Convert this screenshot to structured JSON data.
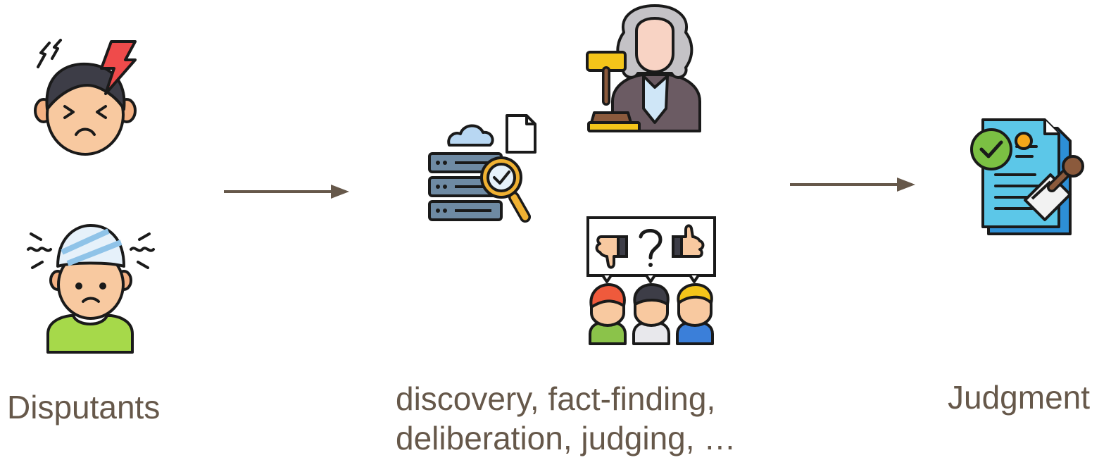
{
  "stages": [
    {
      "id": "disputants",
      "label": "Disputants",
      "icons": [
        "stressed-person-icon",
        "injured-person-icon"
      ]
    },
    {
      "id": "process",
      "label_lines": [
        "discovery, fact-finding,",
        "deliberation, judging, …"
      ],
      "icons": [
        "database-search-icon",
        "judge-icon",
        "jury-icon"
      ]
    },
    {
      "id": "judgment",
      "label": "Judgment",
      "icons": [
        "approved-document-icon"
      ]
    }
  ],
  "arrows": [
    "arrow-disputants-to-process",
    "arrow-process-to-judgment"
  ],
  "colors": {
    "text": "#66584a",
    "arrow": "#66584a",
    "outline": "#1a1a1a"
  }
}
